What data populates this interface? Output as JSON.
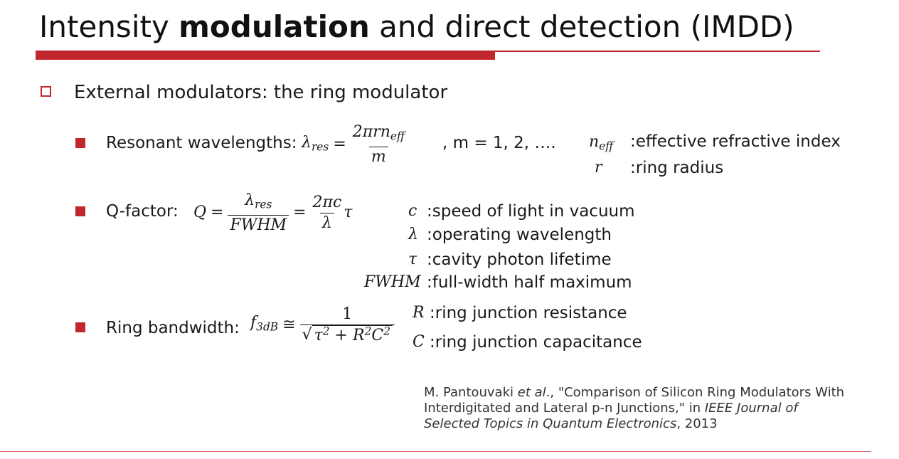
{
  "slide": {
    "title_pre": "Intensity ",
    "title_bold": "modulation",
    "title_post": " and direct detection (IMDD)",
    "colors": {
      "accent": "#c1272d",
      "text": "#1a1a1a"
    }
  },
  "level1": {
    "text": "External modulators: the ring modulator"
  },
  "resonant": {
    "label": "Resonant wavelengths:",
    "lhs": "λ",
    "lhs_sub": "res",
    "eq": "=",
    "num": "2πrn",
    "num_sub": "eff",
    "den": "m",
    "tail": ", m = 1, 2, ….",
    "defs": [
      {
        "sym": "n",
        "sym_sub": "eff",
        "desc": ":effective refractive index"
      },
      {
        "sym": "r",
        "sym_sub": "",
        "desc": ":ring radius"
      }
    ]
  },
  "qfactor": {
    "label": "Q-factor:",
    "lhs": "Q",
    "eq": "=",
    "f1_num": "λ",
    "f1_num_sub": "res",
    "f1_den": "FWHM",
    "eq2": "=",
    "f2_num": "2πc",
    "f2_den": "λ",
    "tail": "τ",
    "defs": [
      {
        "sym": "c",
        "desc": ":speed of light in vacuum"
      },
      {
        "sym": "λ",
        "desc": ":operating wavelength"
      },
      {
        "sym": "τ",
        "desc": ":cavity photon lifetime"
      },
      {
        "sym": "FWHM",
        "desc": ":full-width half maximum"
      }
    ]
  },
  "bandwidth": {
    "label": "Ring bandwidth:",
    "lhs": "f",
    "lhs_sub": "3dB",
    "approx": "≅",
    "num": "1",
    "rad_tau": "τ",
    "rad_plus": " + ",
    "rad_rc": "R",
    "rad_c": "C",
    "sq": "2",
    "defs": [
      {
        "sym": "R",
        "desc": ":ring junction resistance"
      },
      {
        "sym": "C",
        "desc": ":ring junction capacitance"
      }
    ]
  },
  "reference": {
    "author": "M. Pantouvaki ",
    "etal": "et al",
    "rest1": "., \"Comparison of Silicon Ring Modulators With",
    "line2_pre": "Interdigitated and Lateral p-n Junctions,\" in ",
    "journal1": "IEEE Journal of",
    "journal2": "Selected Topics in Quantum Electronics",
    "year": ", 2013"
  }
}
